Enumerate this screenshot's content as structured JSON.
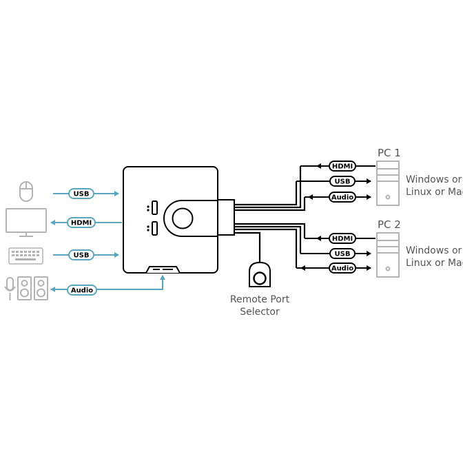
{
  "colors": {
    "accent": "#5aa5c0",
    "device_gray": "#b3b3b3",
    "line": "#000000",
    "text": "#555555"
  },
  "left_devices": [
    {
      "icon": "mouse-icon",
      "label": "USB",
      "direction": "to-switch"
    },
    {
      "icon": "monitor-icon",
      "label": "HDMI",
      "direction": "from-switch"
    },
    {
      "icon": "keyboard-icon",
      "label": "USB",
      "direction": "to-switch"
    },
    {
      "icon": "microphone-speakers-icon",
      "label": "Audio",
      "direction": "from-switch"
    }
  ],
  "pcs": [
    {
      "title": "PC 1",
      "os_line1": "Windows or",
      "os_line2": "Linux or Mac",
      "connections": [
        "HDMI",
        "USB",
        "Audio"
      ]
    },
    {
      "title": "PC 2",
      "os_line1": "Windows or",
      "os_line2": "Linux or Mac",
      "connections": [
        "HDMI",
        "USB",
        "Audio"
      ]
    }
  ],
  "remote": {
    "label_line1": "Remote Port",
    "label_line2": "Selector"
  }
}
